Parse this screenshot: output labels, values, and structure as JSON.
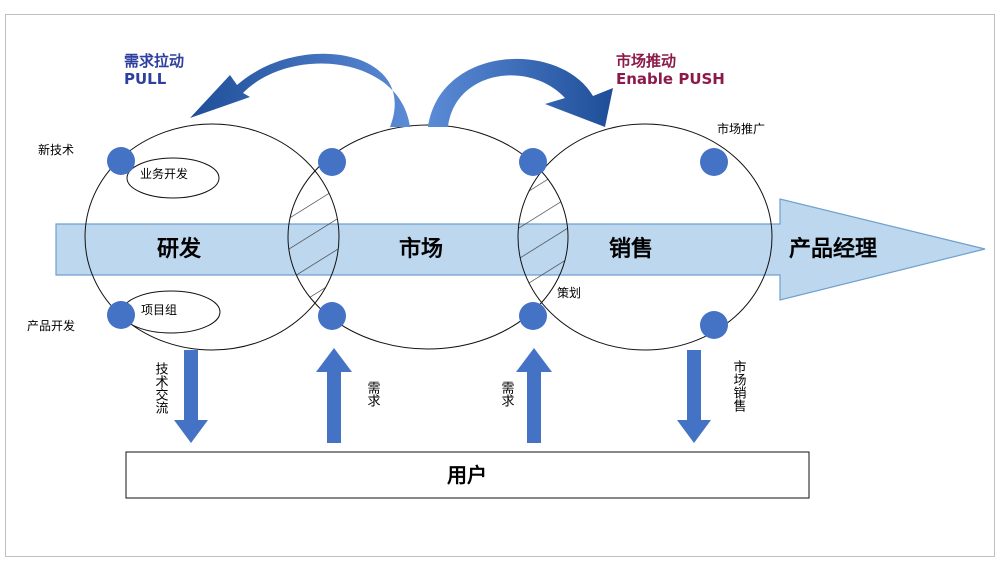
{
  "pull": {
    "title": "需求拉动",
    "subtitle": "PULL",
    "color": "#2e3f9e"
  },
  "push": {
    "title": "市场推动",
    "subtitle": "Enable PUSH",
    "color": "#8b1a4a"
  },
  "arrow_label": "产品经理",
  "circles": [
    "研发",
    "市场",
    "销售"
  ],
  "side_labels": {
    "new_tech": "新技术",
    "product_dev": "产品开发",
    "market_promo": "市场推广"
  },
  "inner_labels": {
    "business_dev": "业务开发",
    "project_team": "项目组",
    "planning": "策划"
  },
  "vertical_labels": {
    "tech_exchange": "技术交流",
    "demand_1": "需求",
    "demand_2": "需求",
    "market_sales": "市场销售"
  },
  "user_box": "用户",
  "colors": {
    "main_arrow_fill": "#bdd7ee",
    "main_arrow_stroke": "#6fa0cf",
    "dot": "#4472c4",
    "curved_arrow": "#3f6db5"
  }
}
